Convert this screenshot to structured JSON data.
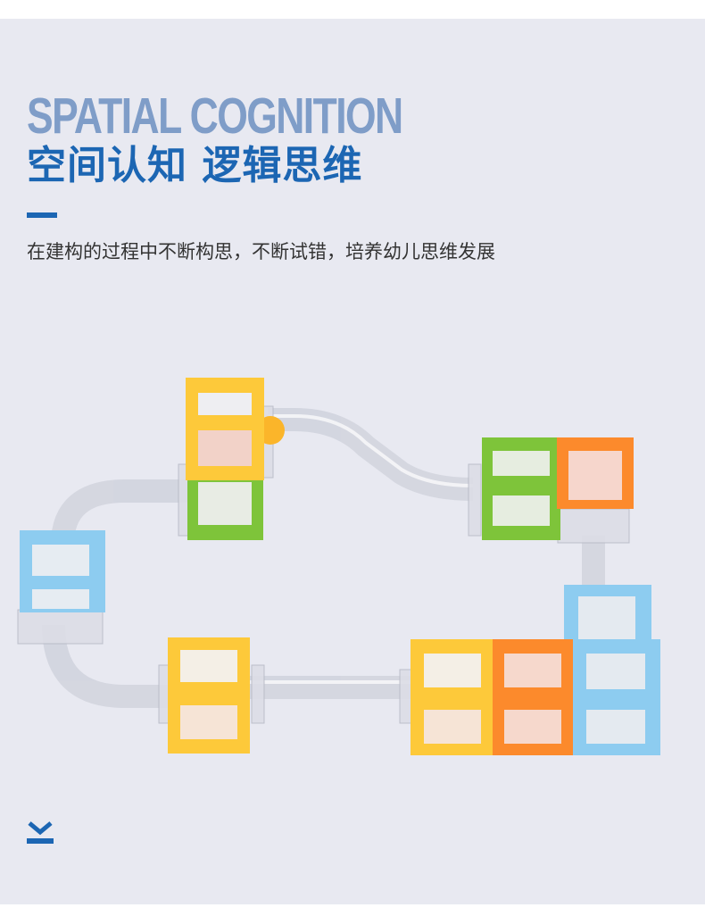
{
  "header": {
    "english_title": "SPATIAL COGNITION",
    "chinese_title": "空间认知 逻辑思维",
    "subtitle": "在建构的过程中不断构思，不断试错，培养幼儿思维发展"
  },
  "illustration": {
    "description": "Marble run track built from colored cube frames connected by transparent tubes",
    "cube_colors": {
      "yellow": "#fdc93a",
      "green": "#7ec43a",
      "orange": "#fc8a2c",
      "blue": "#8dccf0"
    }
  },
  "footer": {
    "icon": "download-chevron-icon"
  },
  "colors": {
    "background": "#e8e9f1",
    "accent": "#1c66b3",
    "english_title": "#7f9dc8"
  }
}
